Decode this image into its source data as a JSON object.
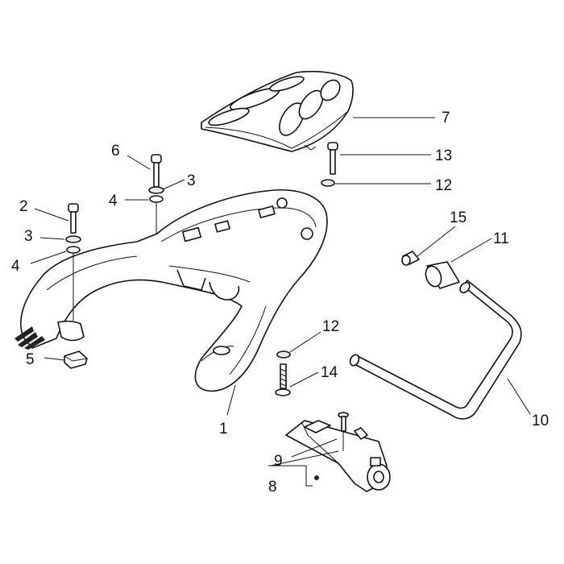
{
  "callouts": [
    {
      "id": "c1",
      "label": "1"
    },
    {
      "id": "c2",
      "label": "2"
    },
    {
      "id": "c3a",
      "label": "3"
    },
    {
      "id": "c3b",
      "label": "3"
    },
    {
      "id": "c4a",
      "label": "4"
    },
    {
      "id": "c4b",
      "label": "4"
    },
    {
      "id": "c5",
      "label": "5"
    },
    {
      "id": "c6",
      "label": "6"
    },
    {
      "id": "c7",
      "label": "7"
    },
    {
      "id": "c8",
      "label": "8"
    },
    {
      "id": "c9",
      "label": "9"
    },
    {
      "id": "c10",
      "label": "10"
    },
    {
      "id": "c11",
      "label": "11"
    },
    {
      "id": "c12a",
      "label": "12"
    },
    {
      "id": "c12b",
      "label": "12"
    },
    {
      "id": "c13",
      "label": "13"
    },
    {
      "id": "c14",
      "label": "14"
    },
    {
      "id": "c15",
      "label": "15"
    }
  ],
  "colors": {
    "line": "#111111",
    "background": "#ffffff",
    "shade": "#e9e9e9"
  }
}
